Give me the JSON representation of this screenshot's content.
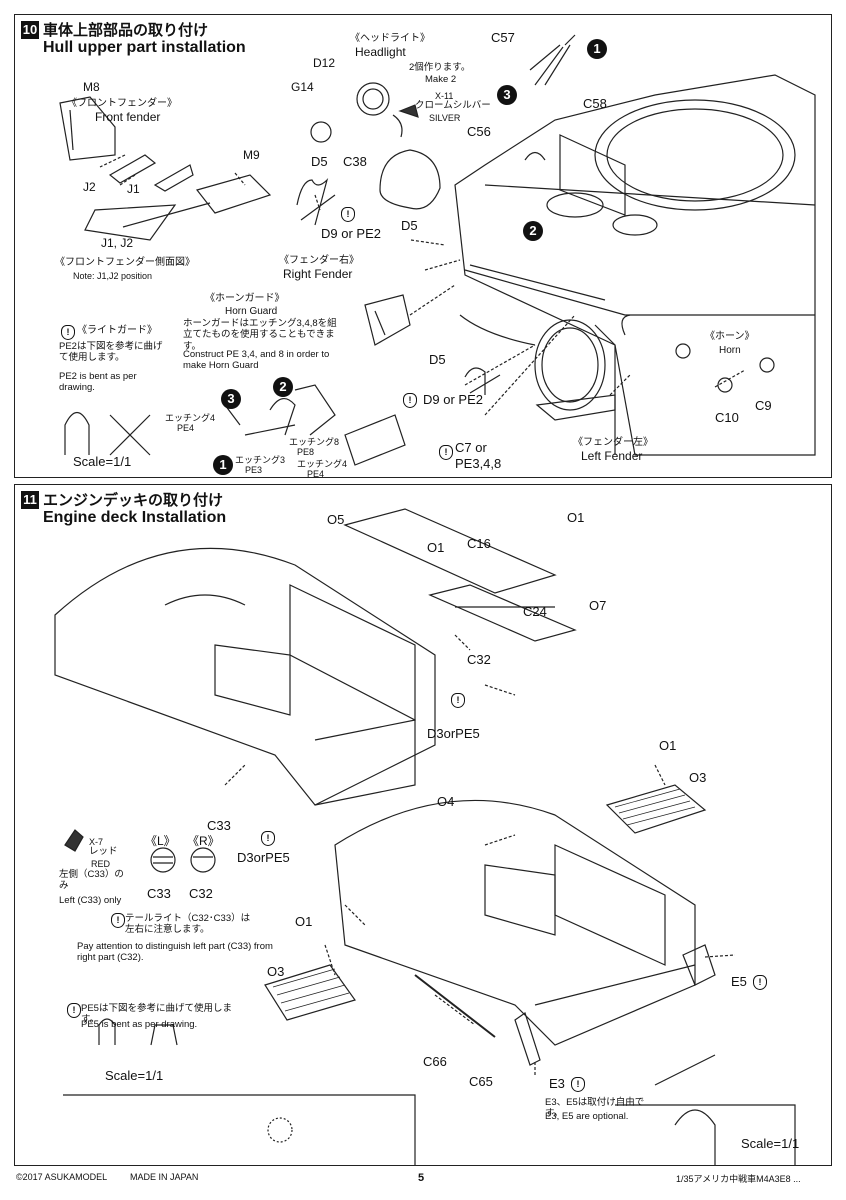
{
  "step10": {
    "number": "10",
    "title_jp": "車体上部部品の取り付け",
    "title_en": "Hull upper part installation",
    "parts": {
      "m8": "M8",
      "j2": "J2",
      "j1": "J1",
      "m9": "M9",
      "j1j2": "J1, J2",
      "g14": "G14",
      "d12": "D12",
      "c57": "C57",
      "c58": "C58",
      "c56": "C56",
      "d5a": "D5",
      "c38": "C38",
      "d9pe2a": "D9 or PE2",
      "d5b": "D5",
      "d5c": "D5",
      "d9pe2b": "D9 or PE2",
      "c7": "C7 or",
      "pe348": "PE3,4,8",
      "c10": "C10",
      "c9": "C9"
    },
    "front_fender_jp": "《フロントフェンダー》",
    "front_fender_en": "Front fender",
    "fender_side_jp": "《フロントフェンダー側面図》",
    "fender_side_note": "Note: J1,J2 position",
    "headlight_jp": "《ヘッドライト》",
    "headlight_en": "Headlight",
    "make2_jp": "2個作ります。",
    "make2_en": "Make 2",
    "paint_code": "X-11",
    "paint_jp": "クロームシルバー",
    "paint_en": "SILVER",
    "right_fender_jp": "《フェンダー右》",
    "right_fender_en": "Right Fender",
    "horn_guard_jp": "《ホーンガード》",
    "horn_guard_en": "Horn Guard",
    "horn_guard_note_jp": "ホーンガードはエッチング3,4,8を組立てたものを使用することもできます。",
    "horn_guard_note_en": "Construct PE 3,4, and 8 in order to make Horn Guard",
    "light_guard_jp": "《ライトガード》",
    "pe2_note_jp": "PE2は下図を参考に曲げて使用します。",
    "pe2_note_en": "PE2 is bent as per drawing.",
    "scale": "Scale=1/1",
    "etch4_jp": "エッチング4",
    "pe4": "PE4",
    "etch3_jp": "エッチング3",
    "pe3": "PE3",
    "etch8_jp": "エッチング8",
    "pe8": "PE8",
    "etch4b_jp": "エッチング4",
    "pe4b": "PE4",
    "horn_jp": "《ホーン》",
    "horn_en": "Horn",
    "left_fender_jp": "《フェンダー左》",
    "left_fender_en": "Left Fender",
    "order": [
      "1",
      "2",
      "3"
    ]
  },
  "step11": {
    "number": "11",
    "title_jp": "エンジンデッキの取り付け",
    "title_en": "Engine deck Installation",
    "parts": {
      "o5": "O5",
      "o1a": "O1",
      "o1b": "O1",
      "c16": "C16",
      "c24": "C24",
      "o7": "O7",
      "c32a": "C32",
      "d3pe5a": "D3orPE5",
      "c33a": "C33",
      "d3pe5b": "D3orPE5",
      "o1c": "O1",
      "o3a": "O3",
      "o4": "O4",
      "o1d": "O1",
      "o3b": "O3",
      "e5": "E5",
      "c66": "C66",
      "c65": "C65",
      "e3": "E3"
    },
    "paint_code": "X-7",
    "paint_jp": "レッド",
    "paint_en": "RED",
    "left_label": "《L》",
    "right_label": "《R》",
    "c33_only_jp": "左側（C33）のみ",
    "c33_only_en": "Left (C33) only",
    "c33": "C33",
    "c32": "C32",
    "tail_jp": "テールライト（C32･C33）は左右に注意します。",
    "tail_en": "Pay attention to distinguish left part (C33) from right part (C32).",
    "pe5_note_jp": "PE5は下図を参考に曲げて使用します。",
    "pe5_note_en": "PE5 is bent as per drawing.",
    "scale_a": "Scale=1/1",
    "scale_b": "Scale=1/1",
    "e3e5_jp": "E3、E5は取付け自由です。",
    "e3e5_en": "E3, E5 are optional."
  },
  "footer": {
    "copyright": "©2017 ASUKAMODEL",
    "made_in": "MADE IN JAPAN",
    "page": "5",
    "product": "1/35アメリカ中戦車M4A3E8 ..."
  }
}
